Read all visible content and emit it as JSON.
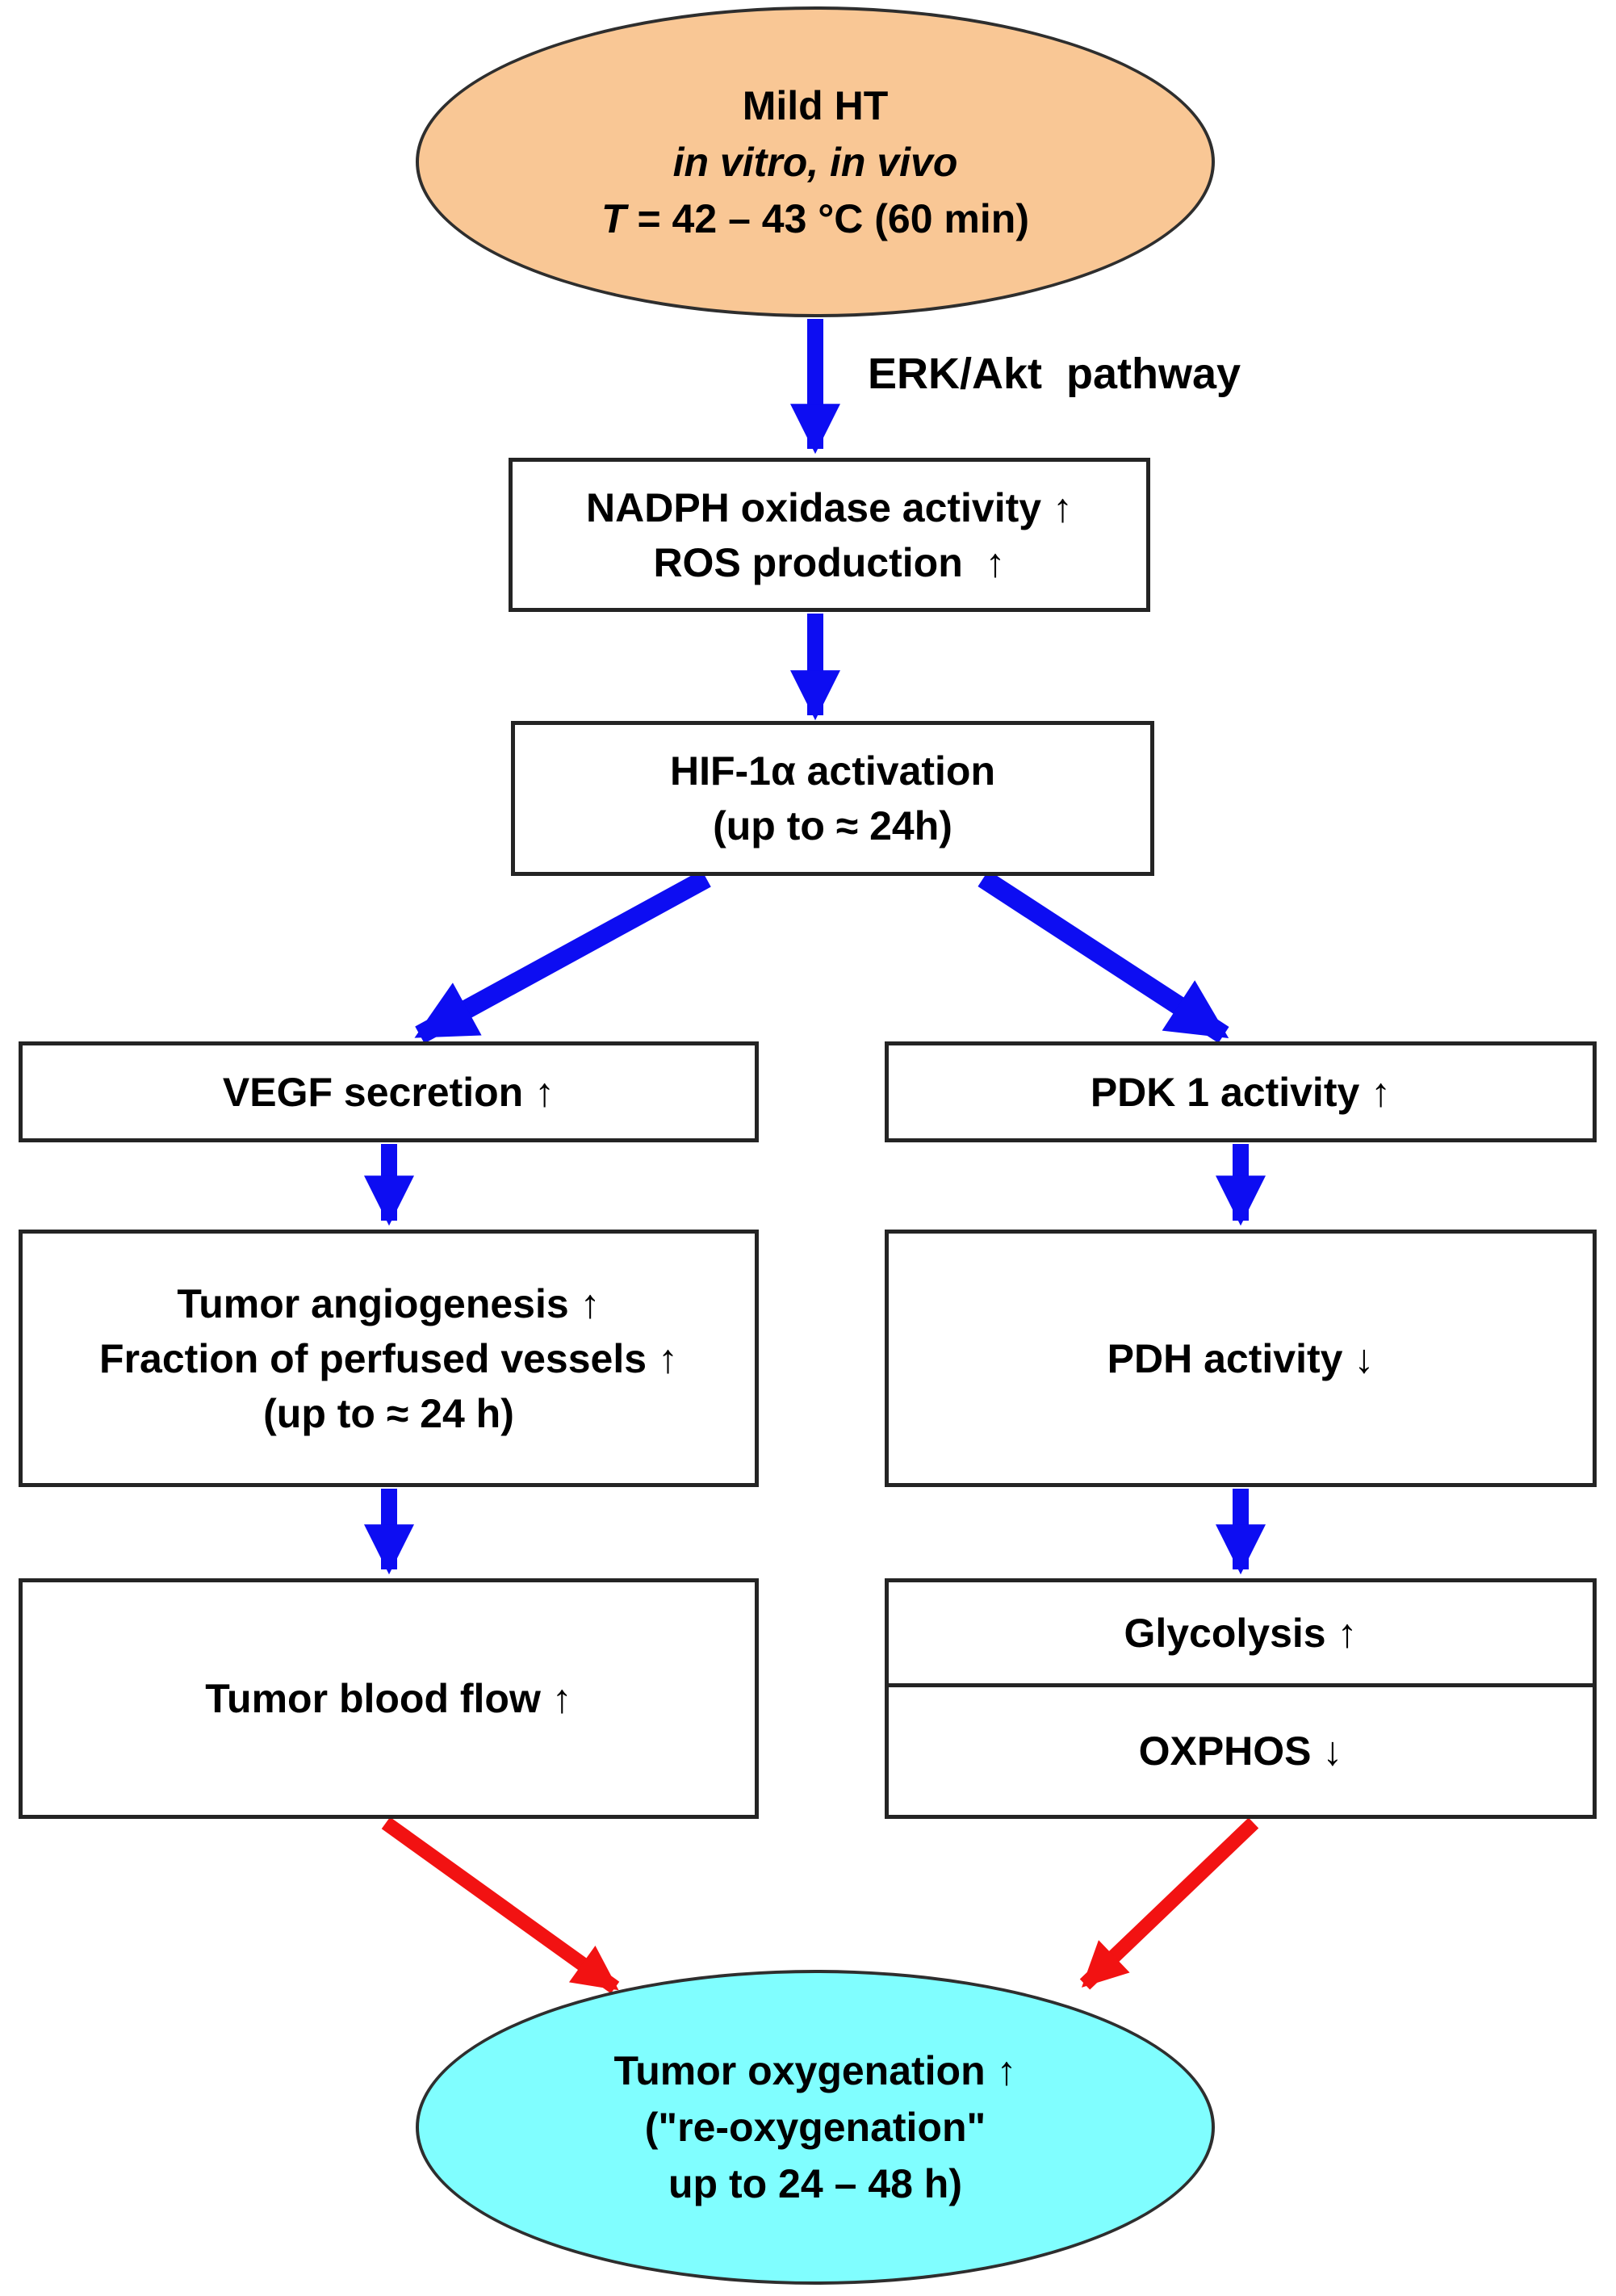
{
  "title": "Mild hyperthermia tumor re-oxygenation flowchart",
  "colors": {
    "background": "#ffffff",
    "text": "#000000",
    "border": "#242424",
    "box_fill": "#ffffff",
    "ellipse_top_fill": "#f9c795",
    "ellipse_bottom_fill": "#80feff",
    "arrow_blue": "#0d0df2",
    "arrow_red": "#f21212"
  },
  "start_ellipse": {
    "line1": "Mild HT",
    "line2": "in vitro, in vivo",
    "line3_prefix": "T",
    "line3_rest": " = 42 – 43 °C (60 min)"
  },
  "edge_labels": {
    "erk": "ERK/Akt  pathway"
  },
  "boxes": {
    "nadph": "NADPH oxidase activity ↑\nROS production  ↑",
    "hif": "HIF-1α activation\n(up to ≈ 24h)",
    "vegf": "VEGF secretion ↑",
    "pdk": "PDK 1 activity ↑",
    "angiogenesis": "Tumor angiogenesis ↑\nFraction of perfused vessels ↑\n(up to ≈ 24 h)",
    "pdh": "PDH activity ↓",
    "blood_flow": "Tumor blood flow ↑",
    "glycolysis": "Glycolysis ↑",
    "oxphos": "OXPHOS ↓"
  },
  "end_ellipse": {
    "text": "Tumor oxygenation ↑\n(\"re-oxygenation\"\nup to 24 – 48 h)"
  }
}
